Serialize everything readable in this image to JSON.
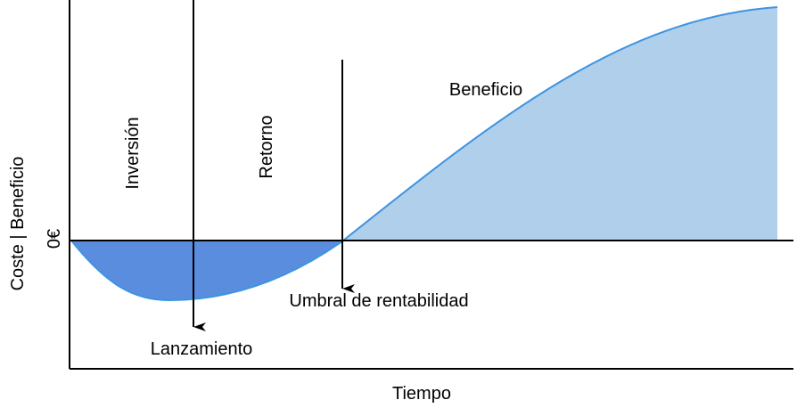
{
  "labels": {
    "y_axis": "Coste | Beneficio",
    "zero": "0€",
    "x_axis": "Tiempo",
    "investment_phase": "Inversión",
    "return_phase": "Retorno",
    "profit_region": "Beneficio",
    "launch": "Lanzamiento",
    "break_even": "Umbral de rentabilidad"
  },
  "colors": {
    "cost_fill": "#5b8ddf",
    "profit_fill": "#b0cfeb",
    "curve": "#3d94e0",
    "lines": "#000000"
  }
}
